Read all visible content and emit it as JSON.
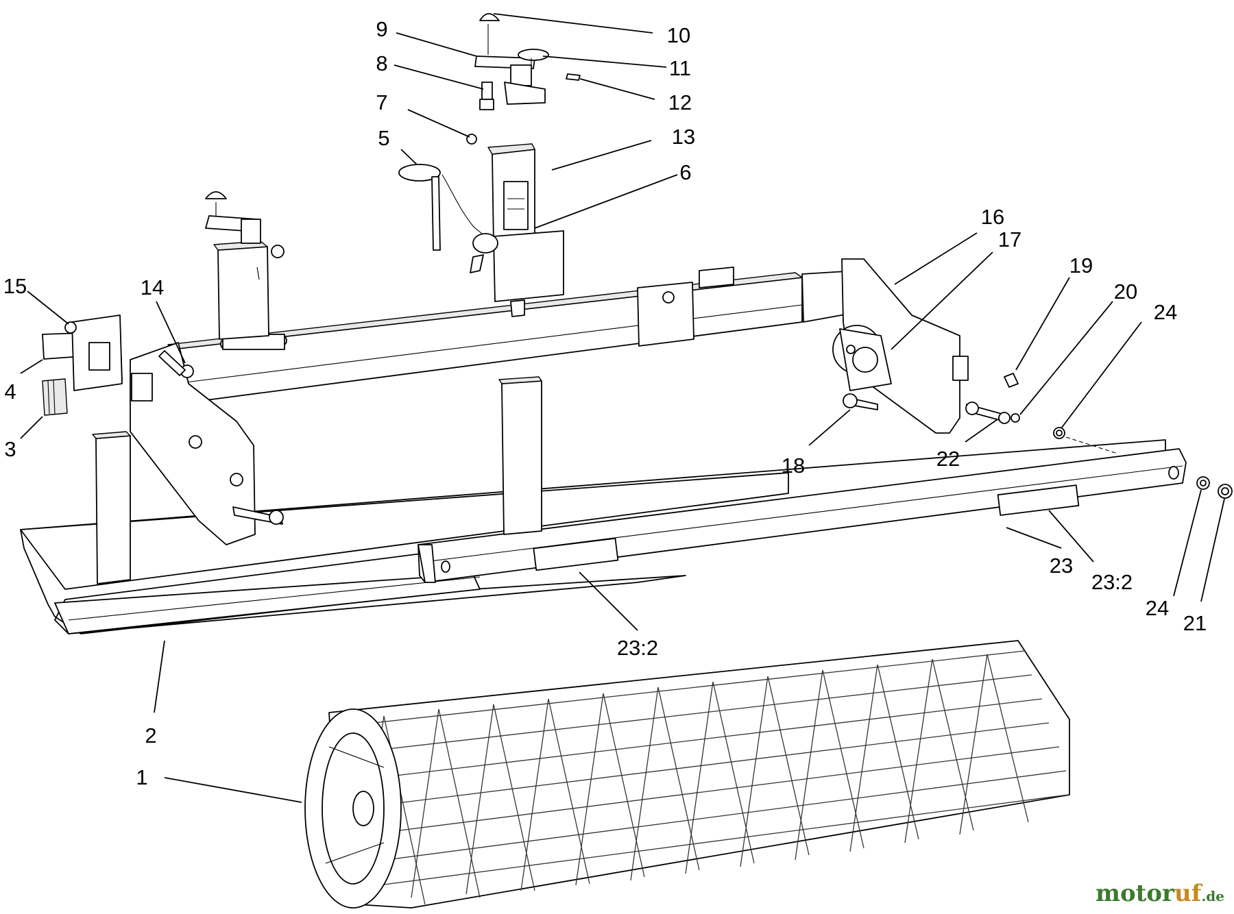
{
  "callouts": [
    "1",
    "2",
    "3",
    "4",
    "5",
    "6",
    "7",
    "8",
    "9",
    "10",
    "11",
    "12",
    "13",
    "14",
    "15",
    "16",
    "17",
    "18",
    "19",
    "20",
    "21",
    "22",
    "23",
    "23:2",
    "23:2",
    "24",
    "24"
  ],
  "watermark": {
    "part1": "motor",
    "part2": "uf",
    "part3": ".de"
  },
  "colors": {
    "ink": "#000000",
    "watermark_green": "#3b7a2e",
    "watermark_orange": "#c58a1f"
  }
}
